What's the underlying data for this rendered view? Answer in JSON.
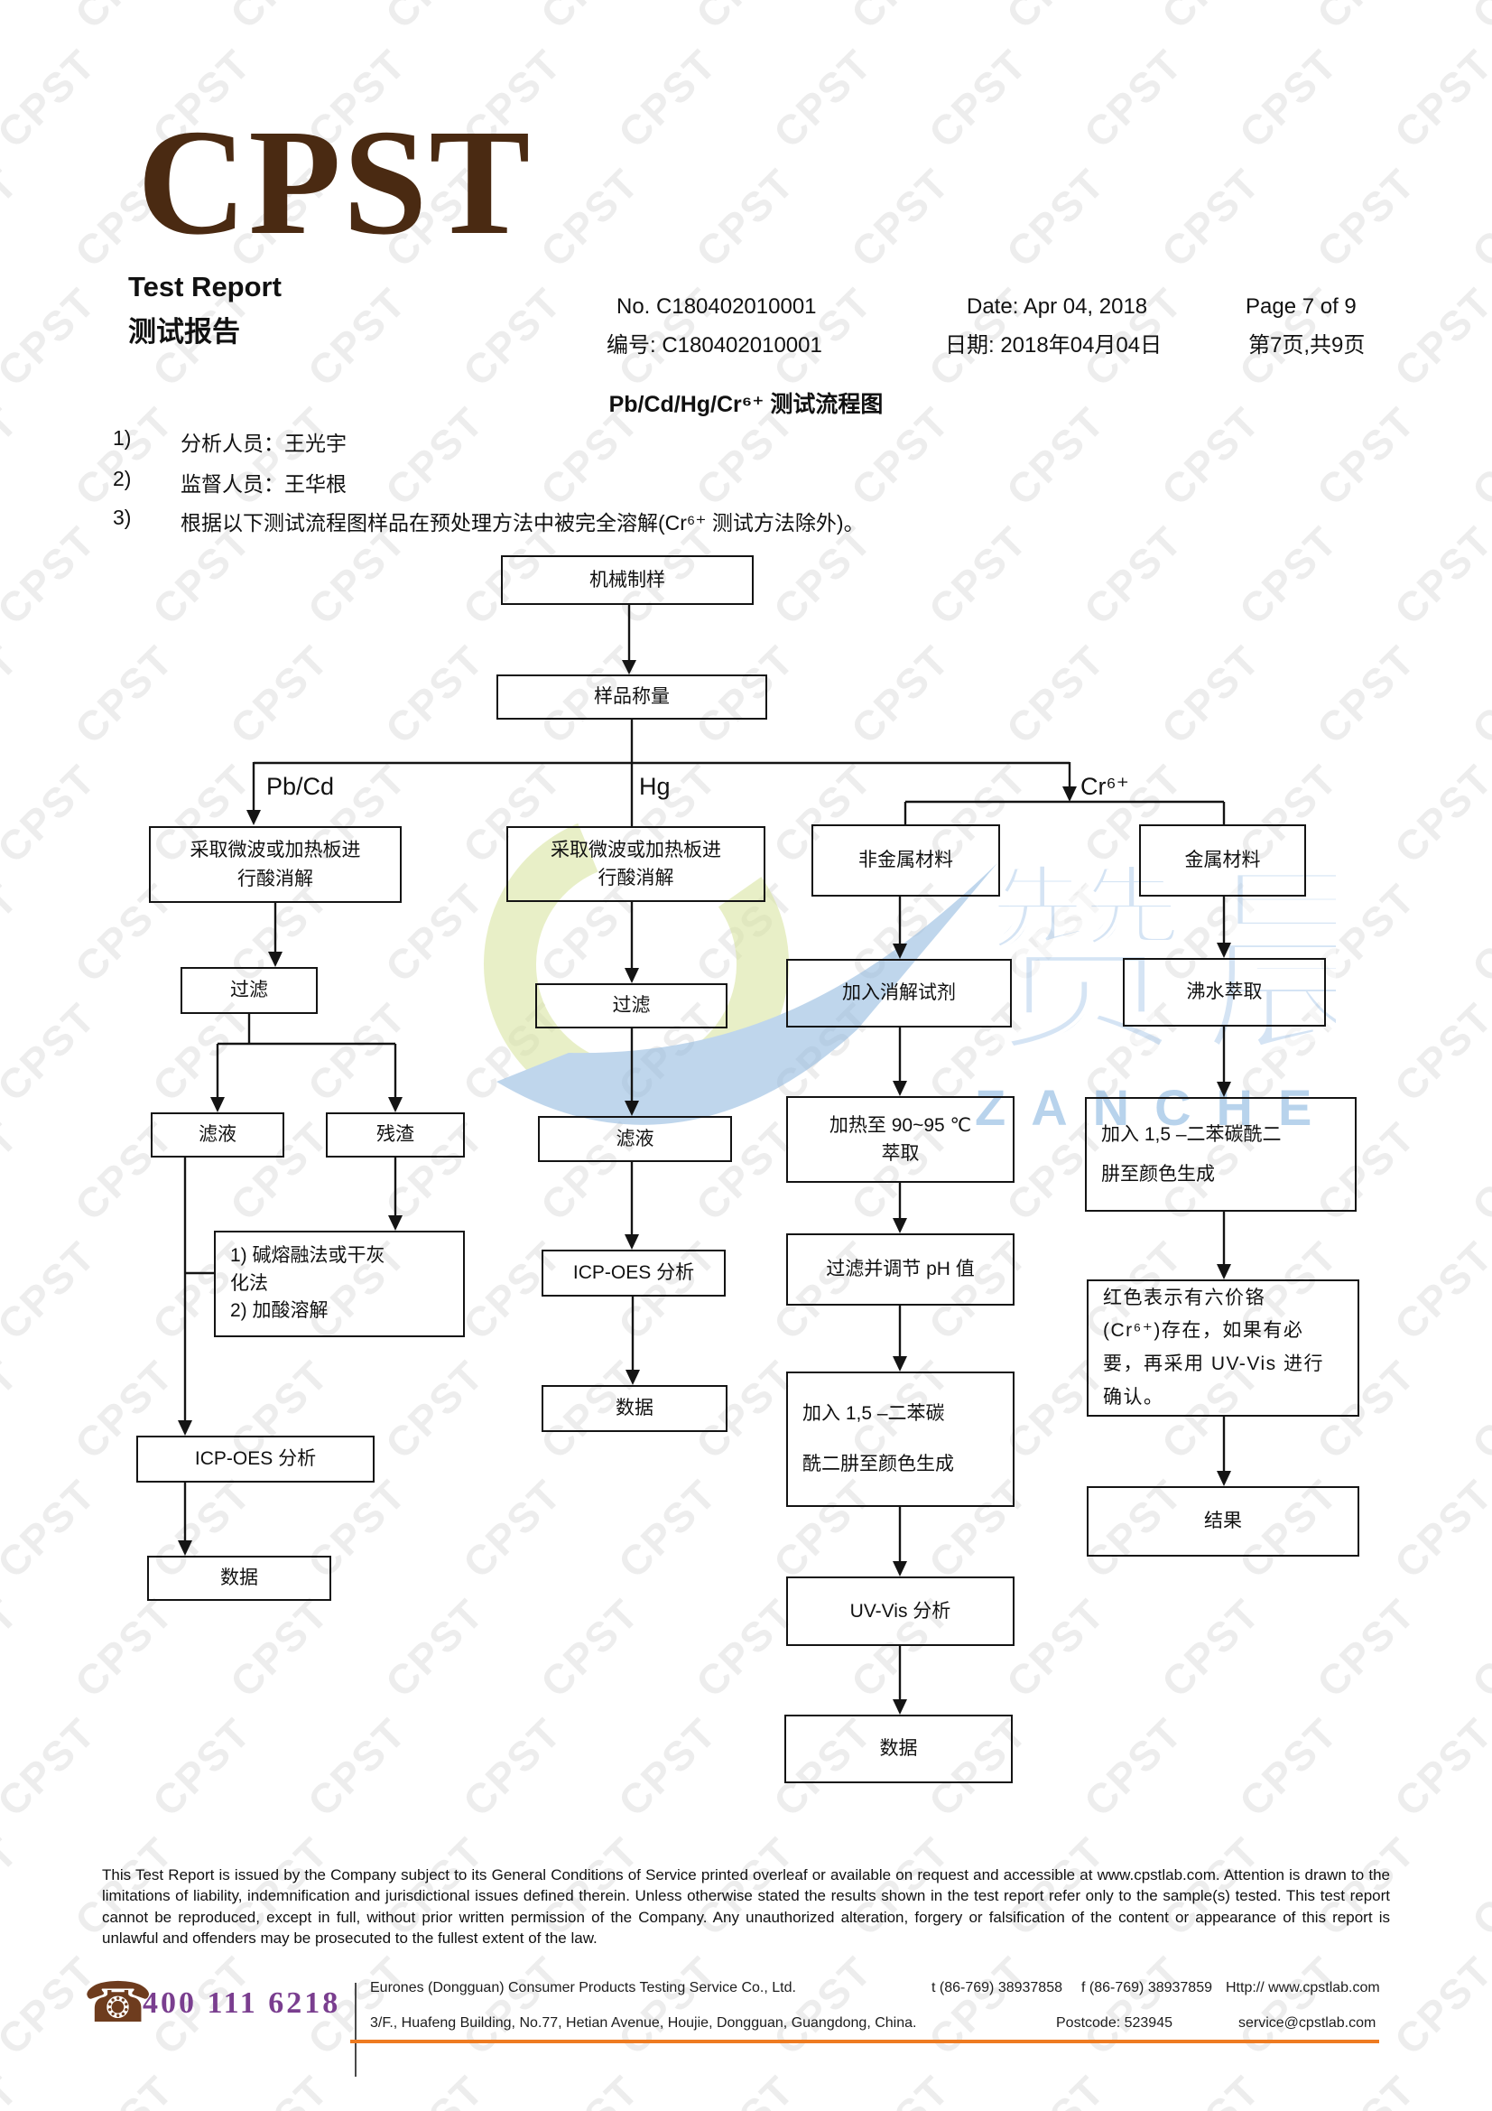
{
  "header": {
    "logo": "CPST",
    "title_en": "Test Report",
    "title_zh": "测试报告",
    "no_en": "No. C180402010001",
    "no_zh": "编号: C180402010001",
    "date_en": "Date: Apr 04, 2018",
    "date_zh": "日期: 2018年04月04日",
    "page_en": "Page 7 of 9",
    "page_zh": "第7页,共9页"
  },
  "section": {
    "title": "Pb/Cd/Hg/Cr⁶⁺ 测试流程图",
    "items": [
      {
        "num": "1)",
        "text": "分析人员：王光宇"
      },
      {
        "num": "2)",
        "text": "监督人员：王华根"
      },
      {
        "num": "3)",
        "text": "根据以下测试流程图样品在预处理方法中被完全溶解(Cr⁶⁺ 测试方法除外)。"
      }
    ]
  },
  "flowchart": {
    "branch_labels": {
      "pbcd": "Pb/Cd",
      "hg": "Hg",
      "cr6": "Cr⁶⁺"
    },
    "nodes": {
      "mech": "机械制样",
      "weigh": "样品称量",
      "acid_pbcd": "采取微波或加热板进\n行酸消解",
      "acid_hg": "采取微波或加热板进\n行酸消解",
      "nonmetal": "非金属材料",
      "metal": "金属材料",
      "filter_pbcd": "过滤",
      "digest": "加入消解试剂",
      "boil": "沸水萃取",
      "filtrate_pbcd": "滤液",
      "residue": "残渣",
      "filter_hg": "过滤",
      "heat": "加热至 90~95 ℃\n萃取",
      "dpc_metal": "加入 1,5 –二苯碳酰二\n肼至颜色生成",
      "filtrate_hg": "滤液",
      "alkali": "1)  碱熔融法或干灰\n      化法\n2)  加酸溶解",
      "icpoes_hg": "ICP-OES 分析",
      "ph": "过滤并调节 pH 值",
      "red_check": "红色表示有六价铬\n(Cr⁶⁺)存在，如果有必\n要，再采用 UV-Vis 进行\n确认。",
      "data_hg": "数据",
      "dpc_nonmetal": "加入 1,5 –二苯碳\n酰二肼至颜色生成",
      "icpoes_pbcd": "ICP-OES 分析",
      "result": "结果",
      "data_pbcd": "数据",
      "uvvis": "UV-Vis 分析",
      "data_cr": "数据"
    }
  },
  "watermark": {
    "tile_text": "CPST",
    "logo_zh": "赞晨",
    "logo_en": "ZANCHEN"
  },
  "footer": {
    "legal": "This Test Report is issued by the Company subject to its General Conditions of Service printed overleaf or available on request and accessible at www.cpstlab.com. Attention is drawn to the limitations of liability, indemnification and jurisdictional issues defined therein. Unless otherwise stated the results shown in the test report refer only to the sample(s) tested. This test report cannot be reproduced, except in full, without prior written permission of the Company. Any unauthorized alteration, forgery or falsification of the content or appearance of this report is unlawful and offenders may be prosecuted to the fullest extent of the law.",
    "phone_icon": "phone-icon",
    "hotline": "400 111 6218",
    "company": "Eurones (Dongguan) Consumer Products Testing Service Co., Ltd.",
    "tel": "t (86-769) 38937858",
    "fax": "f (86-769) 38937859",
    "web": "Http:// www.cpstlab.com",
    "address": "3/F., Huafeng Building, No.77, Hetian Avenue, Houjie, Dongguan, Guangdong, China.",
    "postcode": "Postcode: 523945",
    "email": "service@cpstlab.com"
  },
  "colors": {
    "logo_brown": "#4a2a12",
    "hotline_purple": "#7a3e8f",
    "rule_orange": "#ee7b21",
    "watermark_green": "#d7e39b",
    "watermark_blue": "#8cb6de",
    "watermark_text_blue": "#b3cfec"
  }
}
